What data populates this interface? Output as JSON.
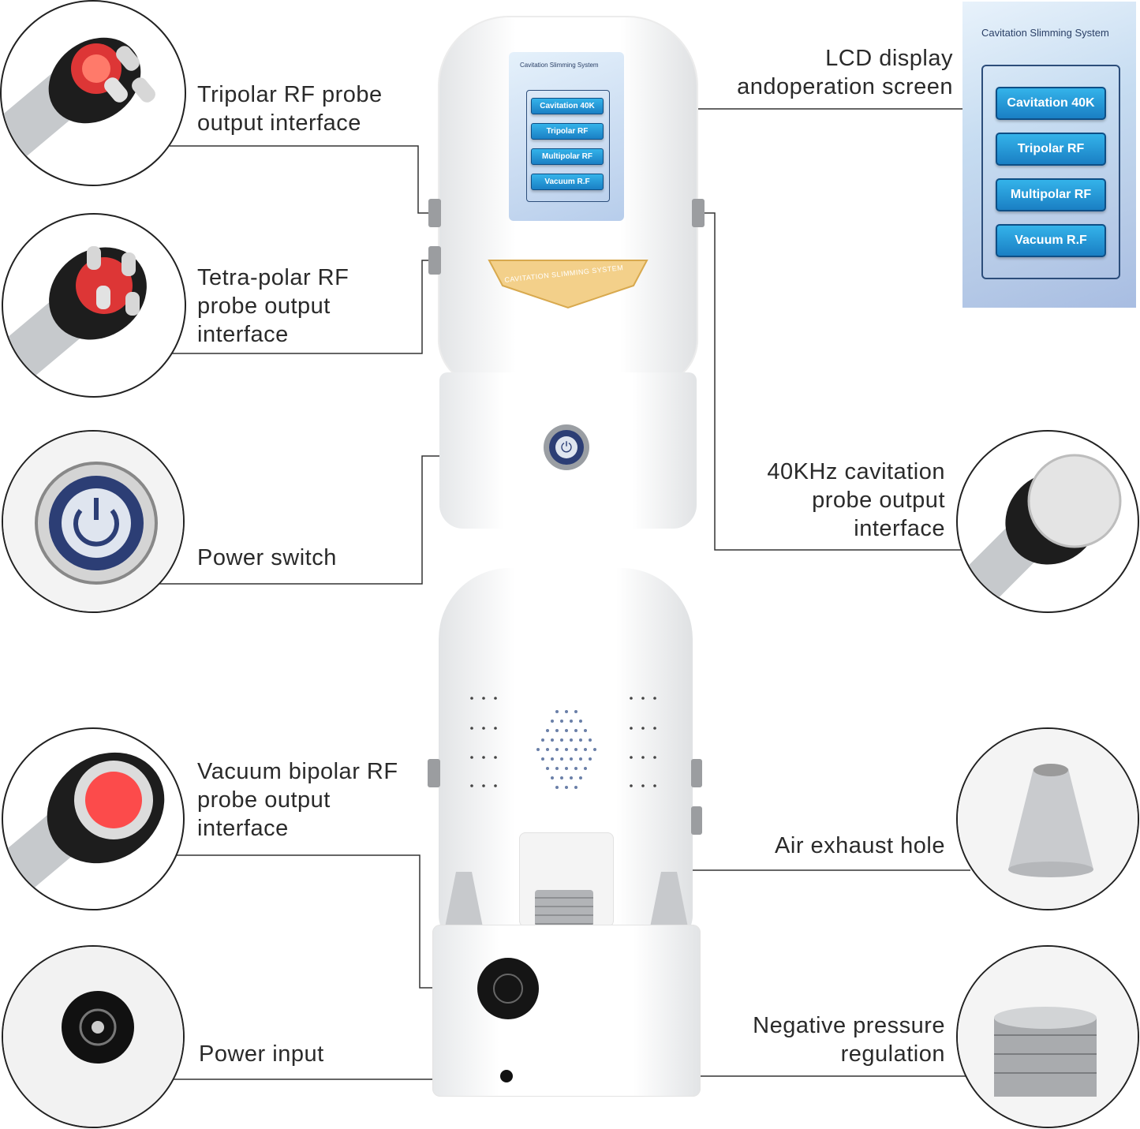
{
  "callouts": {
    "tripolar": "Tripolar RF probe\noutput interface",
    "tetrapolar": "Tetra-polar RF\nprobe output\ninterface",
    "power_switch": "Power switch",
    "vacuum_bipolar": "Vacuum bipolar RF\nprobe output\ninterface",
    "power_input": "Power input",
    "lcd": "LCD display\nandoperation screen",
    "cavitation": "40KHz cavitation\nprobe output\ninterface",
    "air_exhaust": "Air exhaust hole",
    "negative_pressure": "Negative pressure\nregulation"
  },
  "screen": {
    "title": "Cavitation Slimming System",
    "buttons": [
      "Cavitation 40K",
      "Tripolar RF",
      "Multipolar RF",
      "Vacuum R.F"
    ]
  },
  "device": {
    "badge": "CAVITATION SLIMMING SYSTEM"
  },
  "colors": {
    "line": "#333333",
    "button_blue": "#2196d9",
    "probe_red": "#ff3b3b"
  }
}
